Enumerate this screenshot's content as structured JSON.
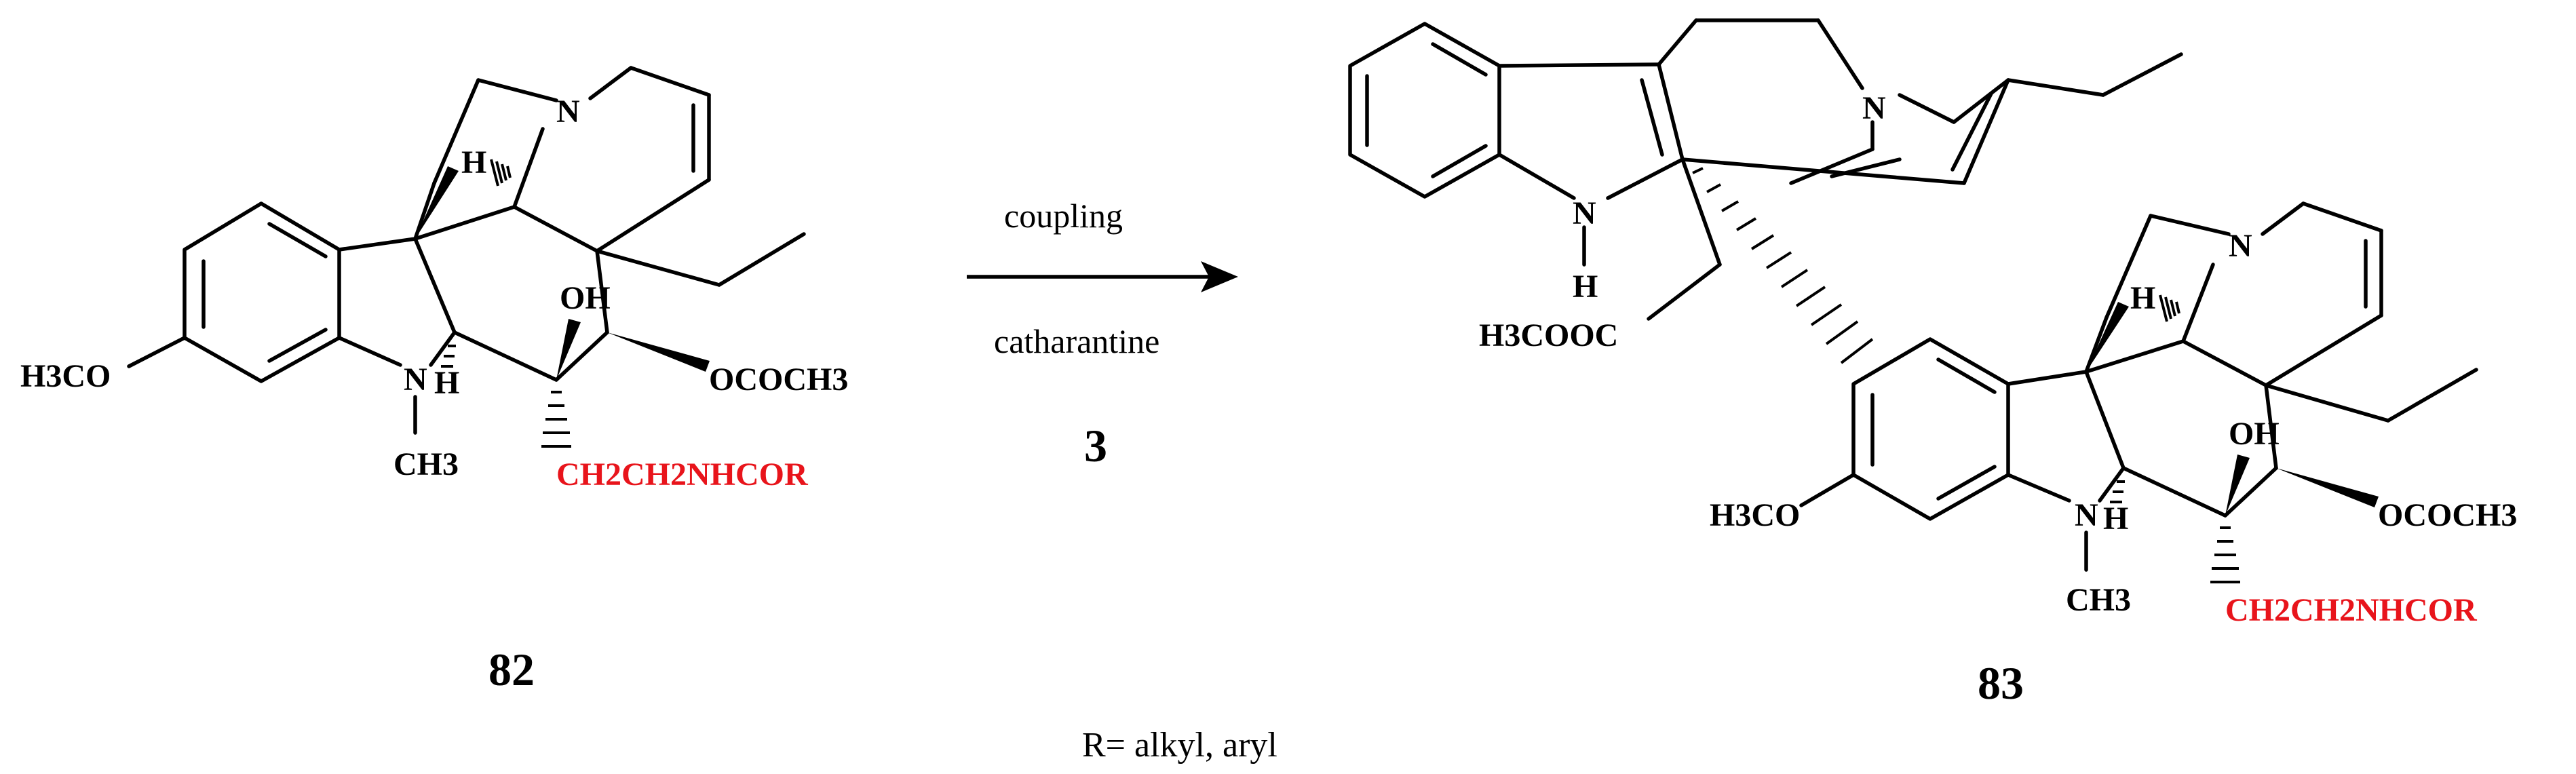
{
  "reactant": {
    "number": "82",
    "labels": {
      "methoxy": "H3CO",
      "n_ring": "N",
      "n_indoline": "N",
      "n_methyl": "CH3",
      "h_top": "H",
      "h_bottom": "H",
      "hydroxyl": "OH",
      "acetate": "OCOCH3",
      "side_chain": "CH2CH2NHCOR"
    }
  },
  "reaction": {
    "condition_above": "coupling",
    "condition_below": "catharantine",
    "reagent_number": "3"
  },
  "product": {
    "number": "83",
    "labels": {
      "n_bridge": "N",
      "n_indole": "N",
      "h_indole": "H",
      "ester": "H3COOC",
      "methoxy": "H3CO",
      "n_ring": "N",
      "n_indoline": "N",
      "n_methyl": "CH3",
      "h_top": "H",
      "h_bottom": "H",
      "hydroxyl": "OH",
      "acetate": "OCOCH3",
      "side_chain": "CH2CH2NHCOR"
    }
  },
  "note": "R= alkyl, aryl",
  "colors": {
    "ink": "#000000",
    "highlight": "#e8141b"
  }
}
